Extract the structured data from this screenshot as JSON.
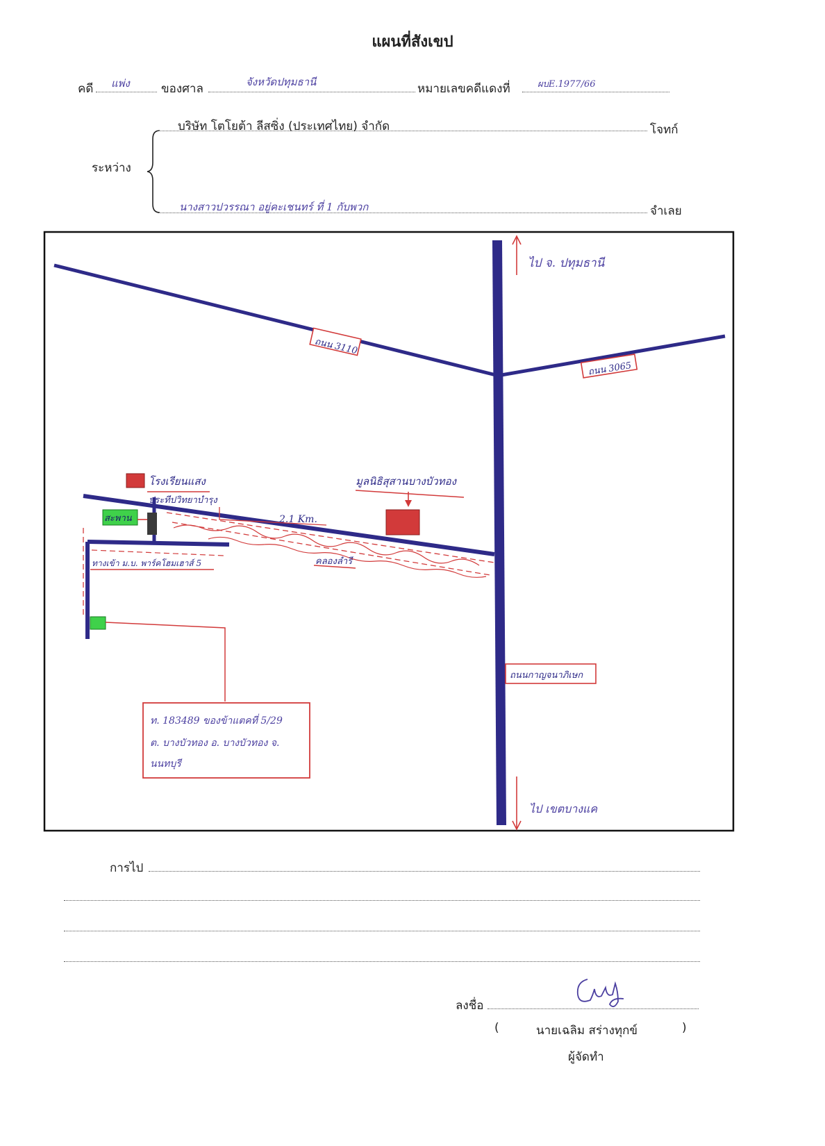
{
  "title": "แผนที่สังเขป",
  "case": {
    "case_label": "คดี",
    "case_type": "แพ่ง",
    "court_label": "ของศาล",
    "court_name": "จังหวัดปทุมธานี",
    "red_no_label": "หมายเลขคดีแดงที่",
    "red_no": "ผบE.1977/66"
  },
  "parties": {
    "between_label": "ระหว่าง",
    "plaintiff_name": "บริษัท โตโยต้า ลีสซิ่ง (ประเทศไทย) จำกัด",
    "plaintiff_label": "โจทก์",
    "defendant_name": "นางสาวปวรรณา อยู่คะเชนทร์ ที่ 1 กับพวก",
    "defendant_label": "จำเลย"
  },
  "map": {
    "to_pathum": "ไป จ. ปทุมธานี",
    "road_left": "ถนน 3110",
    "road_right": "ถนน 3065",
    "school": "โรงเรียนแสง",
    "school_line2": "ประทีปวิทยาบำรุง",
    "foundation": "มูลนิธิสุสานบางบัวทอง",
    "bridge": "สะพาน",
    "distance": "2.1 Km.",
    "entrance": "ทางเข้า ม.บ. พาร์คโฮมเฮาส์ 5",
    "canal": "คลองลำรี",
    "kanchana_road": "ถนนกาญจนาภิเษก",
    "to_bangkae": "ไป เขตบางแค",
    "plot_line1": "ท. 183489 ของข้าแตคที่ 5/29",
    "plot_line2": "ต. บางบัวทอง อ. บางบัวทอง จ.",
    "plot_line3": "นนทบุรี"
  },
  "directions": {
    "label": "การไป"
  },
  "signature": {
    "sign_label": "ลงชื่อ",
    "paren_open": "(",
    "name": "นายเฉลิม  สร่างทุกข์",
    "paren_close": ")",
    "role": "ผู้จัดทำ"
  },
  "colors": {
    "road_blue": "#2e2a88",
    "ink_red": "#d23a3a",
    "marker_green": "#3fd14a",
    "frame": "#111111"
  }
}
